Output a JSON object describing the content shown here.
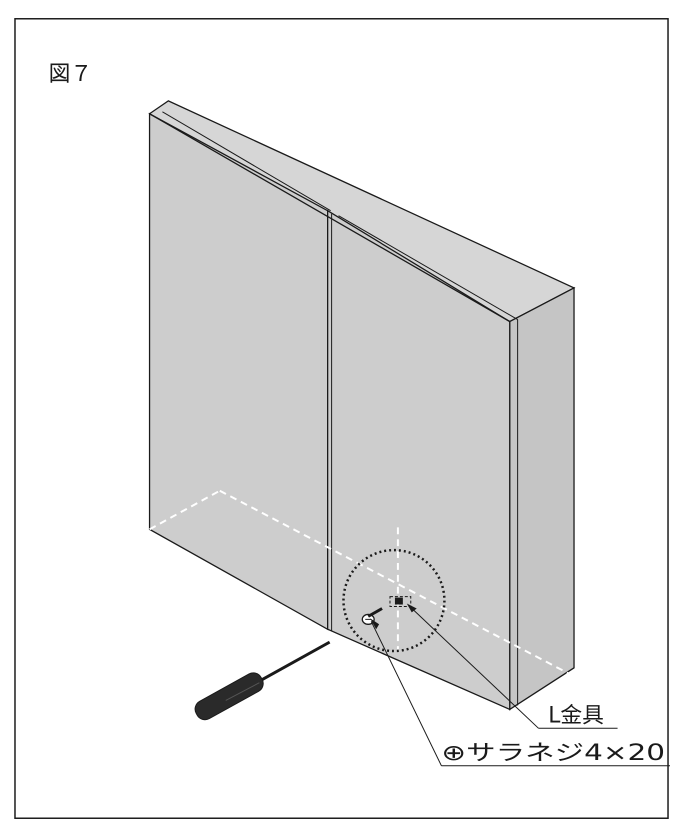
{
  "figure": {
    "title": "図７",
    "labels": {
      "l_bracket": "L金具",
      "screw": "⊕サラネジ4×20"
    }
  },
  "colors": {
    "panel_face": "#cfcfcf",
    "panel_side": "#c4c4c4",
    "panel_top": "#d8d8d8",
    "outline": "#1a1a1a",
    "dashed": "#ffffff",
    "screwdriver": "#2a2a2a"
  },
  "icons": {
    "screwdriver": "screwdriver-icon",
    "screw": "screw-icon",
    "bracket": "l-bracket-icon",
    "detail_circle": "dotted-circle"
  }
}
